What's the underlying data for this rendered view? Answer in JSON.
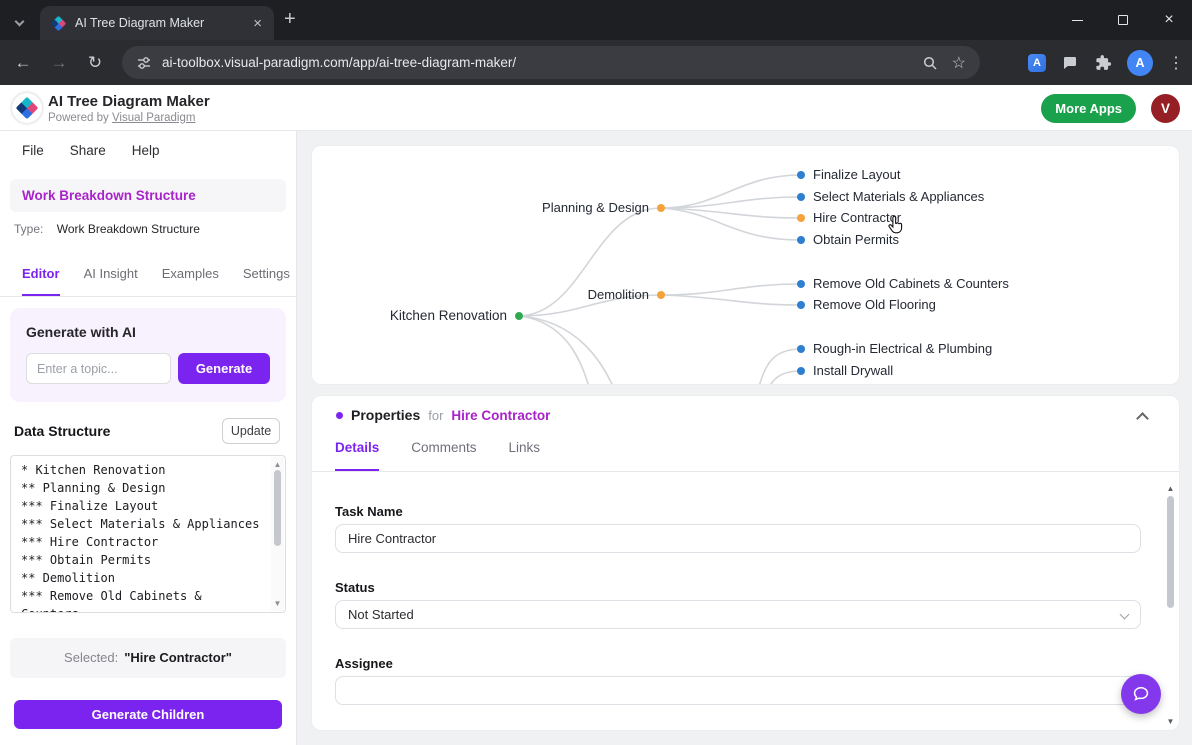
{
  "browser": {
    "tab_title": "AI Tree Diagram Maker",
    "url": "ai-toolbox.visual-paradigm.com/app/ai-tree-diagram-maker/",
    "profile_letter": "A"
  },
  "header": {
    "title": "AI Tree Diagram Maker",
    "powered_by": "Powered by",
    "powered_link": "Visual Paradigm",
    "more_apps": "More Apps",
    "avatar_letter": "V"
  },
  "menu": {
    "items": [
      "File",
      "Share",
      "Help"
    ]
  },
  "sidebar": {
    "doc_title": "Work Breakdown Structure",
    "type_label": "Type:",
    "type_value": "Work Breakdown Structure",
    "tabs": [
      "Editor",
      "AI Insight",
      "Examples",
      "Settings"
    ],
    "generate_panel": {
      "title": "Generate with AI",
      "placeholder": "Enter a topic...",
      "button": "Generate"
    },
    "data_structure": {
      "title": "Data Structure",
      "update_button": "Update",
      "text": "* Kitchen Renovation\n** Planning & Design\n*** Finalize Layout\n*** Select Materials & Appliances\n*** Hire Contractor\n*** Obtain Permits\n** Demolition\n*** Remove Old Cabinets &\nCounters"
    },
    "selected_label": "Selected:",
    "selected_value": "\"Hire Contractor\"",
    "generate_children": "Generate Children"
  },
  "diagram": {
    "nodes": [
      {
        "label": "Kitchen Renovation",
        "color": "#2fa952"
      },
      {
        "label": "Planning & Design",
        "color": "#f5a23c"
      },
      {
        "label": "Demolition",
        "color": "#f5a23c"
      },
      {
        "label": "Finalize Layout",
        "color": "#2f7fd0"
      },
      {
        "label": "Select Materials & Appliances",
        "color": "#2f7fd0"
      },
      {
        "label": "Hire Contractor",
        "color": "#f5a23c"
      },
      {
        "label": "Obtain Permits",
        "color": "#2f7fd0"
      },
      {
        "label": "Remove Old Cabinets & Counters",
        "color": "#2f7fd0"
      },
      {
        "label": "Remove Old Flooring",
        "color": "#2f7fd0"
      },
      {
        "label": "Rough-in Electrical & Plumbing",
        "color": "#2f7fd0"
      },
      {
        "label": "Install Drywall",
        "color": "#2f7fd0"
      }
    ]
  },
  "properties": {
    "title": "Properties",
    "for_label": "for",
    "target": "Hire Contractor",
    "tabs": [
      "Details",
      "Comments",
      "Links"
    ],
    "task_name_label": "Task Name",
    "task_name_value": "Hire Contractor",
    "status_label": "Status",
    "status_value": "Not Started",
    "assignee_label": "Assignee",
    "assignee_value": ""
  },
  "colors": {
    "accent_purple": "#7c24ef",
    "magenta": "#a823c9",
    "green_button": "#19a24b",
    "header_avatar_red": "#951f24",
    "node_green": "#2fa952",
    "node_orange": "#f5a23c",
    "node_blue": "#2f7fd0"
  }
}
